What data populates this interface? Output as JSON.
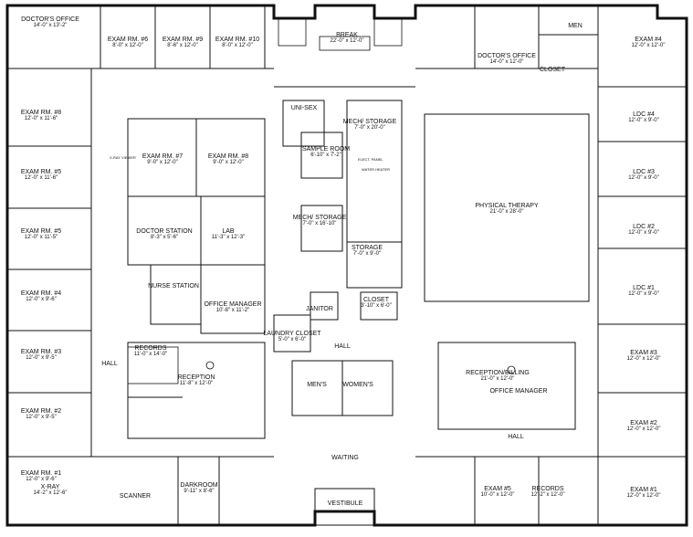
{
  "rooms": [
    {
      "id": "doctors-office-nw",
      "name": "DOCTOR'S OFFICE",
      "num": "",
      "dim": "14'-0\" x 13'-2\""
    },
    {
      "id": "exam-rm-6",
      "name": "EXAM RM. #6",
      "num": "",
      "dim": "8'-0\" x 12'-0\""
    },
    {
      "id": "exam-rm-9",
      "name": "EXAM RM. #9",
      "num": "",
      "dim": "8'-6\" x 12'-0\""
    },
    {
      "id": "exam-rm-10",
      "name": "EXAM RM. #10",
      "num": "",
      "dim": "8'-0\" x 12'-0\""
    },
    {
      "id": "break",
      "name": "BREAK",
      "num": "",
      "dim": "22'-0\" x 12'-0\""
    },
    {
      "id": "doctors-office-ne",
      "name": "DOCTOR'S OFFICE",
      "num": "",
      "dim": "14'-0\" x 12'-0\""
    },
    {
      "id": "men-top",
      "name": "MEN",
      "num": "",
      "dim": ""
    },
    {
      "id": "closet-top",
      "name": "CLOSET",
      "num": "",
      "dim": ""
    },
    {
      "id": "exam-4-right",
      "name": "EXAM #4",
      "num": "",
      "dim": "12'-0\" x 12'-0\""
    },
    {
      "id": "exam-rm-8",
      "name": "EXAM RM. #8",
      "num": "",
      "dim": "12'-0\" x 11'-6\""
    },
    {
      "id": "exam-5-left",
      "name": "EXAM RM. #5",
      "num": "",
      "dim": "12'-0\" x 11'-6\""
    },
    {
      "id": "unisex",
      "name": "UNI-SEX",
      "num": "",
      "dim": ""
    },
    {
      "id": "mech-storage-1",
      "name": "MECH/ STORAGE",
      "num": "",
      "dim": "7'-0\" x 20'-0\""
    },
    {
      "id": "ldc-4",
      "name": "LDC #4",
      "num": "",
      "dim": "12'-0\" x 9'-0\""
    },
    {
      "id": "exam-rm-7",
      "name": "EXAM RM. #7",
      "num": "",
      "dim": "9'-0\" x 12'-0\""
    },
    {
      "id": "exam-rm-8b",
      "name": "EXAM RM. #8",
      "num": "",
      "dim": "9'-0\" x 12'-0\""
    },
    {
      "id": "sample-room",
      "name": "SAMPLE ROOM",
      "num": "",
      "dim": "6'-10\" x 7'-2\""
    },
    {
      "id": "exam-rm-5b",
      "name": "EXAM RM. #5",
      "num": "",
      "dim": "12'-0\" x 11'-5\""
    },
    {
      "id": "ldc-3",
      "name": "LDC #3",
      "num": "",
      "dim": "12'-0\" x 9'-0\""
    },
    {
      "id": "physical-therapy",
      "name": "PHYSICAL THERAPY",
      "num": "",
      "dim": "21'-0\" x 28'-0\""
    },
    {
      "id": "doctor-station",
      "name": "DOCTOR STATION",
      "num": "",
      "dim": "8'-3\" x 5'-6\""
    },
    {
      "id": "lab",
      "name": "LAB",
      "num": "",
      "dim": "11'-3\" x 12'-3\""
    },
    {
      "id": "mech-storage-2",
      "name": "MECH/ STORAGE",
      "num": "",
      "dim": "7'-0\" x 16'-10\""
    },
    {
      "id": "exam-rm-4",
      "name": "EXAM RM. #4",
      "num": "",
      "dim": "12'-0\" x 9'-6\""
    },
    {
      "id": "ldc-2",
      "name": "LDC #2",
      "num": "",
      "dim": "12'-0\" x 9'-0\""
    },
    {
      "id": "storage",
      "name": "STORAGE",
      "num": "",
      "dim": "7'-0\" x 9'-0\""
    },
    {
      "id": "nurse-station",
      "name": "NURSE STATION",
      "num": "",
      "dim": ""
    },
    {
      "id": "exam-rm-3",
      "name": "EXAM RM. #3",
      "num": "",
      "dim": "12'-0\" x 9'-5\""
    },
    {
      "id": "office-manager",
      "name": "OFFICE MANAGER",
      "num": "",
      "dim": "10'-8\" x 11'-2\""
    },
    {
      "id": "ldc-1",
      "name": "LDC #1",
      "num": "",
      "dim": "12'-0\" x 9'-0\""
    },
    {
      "id": "janitor",
      "name": "JANITOR",
      "num": "",
      "dim": ""
    },
    {
      "id": "closet-mid",
      "name": "CLOSET",
      "num": "",
      "dim": "3'-10\" x 6'-0\""
    },
    {
      "id": "records-left",
      "name": "RECORDS",
      "num": "",
      "dim": "11'-0\" x 14'-0\""
    },
    {
      "id": "exam-rm-2",
      "name": "EXAM RM. #2",
      "num": "",
      "dim": "12'-0\" x 9'-5\""
    },
    {
      "id": "hall-left",
      "name": "HALL",
      "num": "",
      "dim": ""
    },
    {
      "id": "laundry",
      "name": "LAUNDRY CLOSET",
      "num": "",
      "dim": "5'-0\" x 6'-0\""
    },
    {
      "id": "hall-mid",
      "name": "HALL",
      "num": "",
      "dim": ""
    },
    {
      "id": "reception-billing",
      "name": "RECEPTION/BILLING",
      "num": "",
      "dim": "21'-0\" x 12'-0\""
    },
    {
      "id": "exam-3-right",
      "name": "EXAM #3",
      "num": "",
      "dim": "12'-0\" x 12'-0\""
    },
    {
      "id": "reception-left",
      "name": "RECEPTION",
      "num": "",
      "dim": "11'-8\" x 12'-0\""
    },
    {
      "id": "mens",
      "name": "MEN'S",
      "num": "",
      "dim": ""
    },
    {
      "id": "womens",
      "name": "WOMEN'S",
      "num": "",
      "dim": ""
    },
    {
      "id": "office-manager-right",
      "name": "OFFICE MANAGER",
      "num": "",
      "dim": ""
    },
    {
      "id": "exam-rm-1",
      "name": "EXAM RM. #1",
      "num": "",
      "dim": "12'-0\" x 9'-6\""
    },
    {
      "id": "hall-right",
      "name": "HALL",
      "num": "",
      "dim": ""
    },
    {
      "id": "exam-2-right",
      "name": "EXAM #2",
      "num": "",
      "dim": "12'-0\" x 12'-0\""
    },
    {
      "id": "waiting",
      "name": "WAITING",
      "num": "",
      "dim": ""
    },
    {
      "id": "xray",
      "name": "X-RAY",
      "num": "",
      "dim": "14'-2\" x 12'-6\""
    },
    {
      "id": "scanner",
      "name": "SCANNER",
      "num": "",
      "dim": ""
    },
    {
      "id": "darkroom",
      "name": "DARKROOM",
      "num": "",
      "dim": "9'-11\" x 8'-6\""
    },
    {
      "id": "vestibule",
      "name": "VESTIBULE",
      "num": "",
      "dim": ""
    },
    {
      "id": "exam-5-bottom",
      "name": "EXAM #5",
      "num": "",
      "dim": "10'-0\" x 12'-0\""
    },
    {
      "id": "records-bottom",
      "name": "RECORDS",
      "num": "",
      "dim": "12'-2\" x 12'-0\""
    },
    {
      "id": "exam-1-right",
      "name": "EXAM #1",
      "num": "",
      "dim": "12'-0\" x 12'-0\""
    }
  ],
  "notes": {
    "xray_viewer": "X-RAY VIEWER",
    "water_heater": "WATER HEATER",
    "elect_panel": "ELECT. PANEL"
  }
}
